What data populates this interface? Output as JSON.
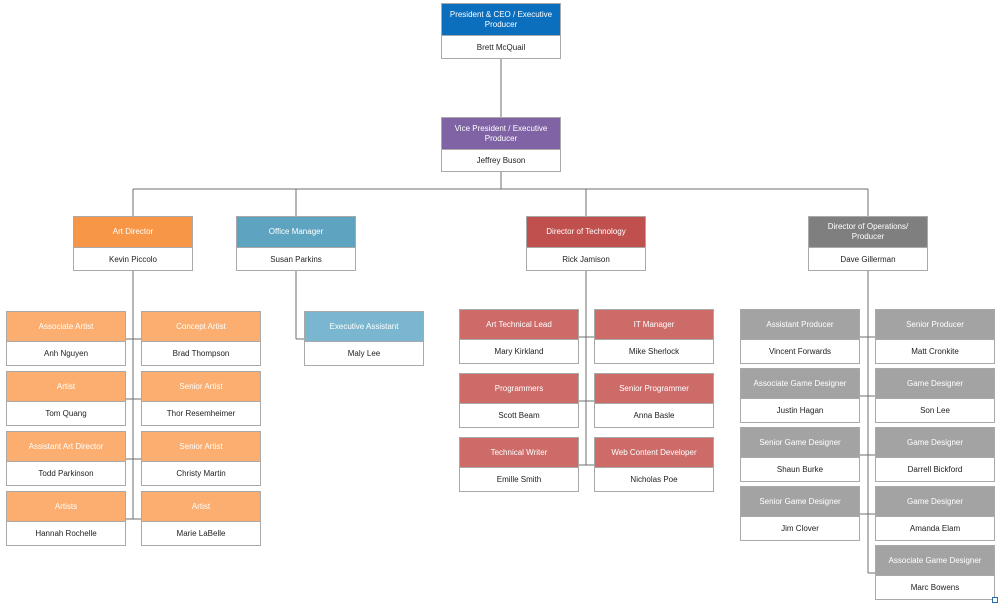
{
  "colors": {
    "ceo": "#0b6fbe",
    "vp": "#7f63a4",
    "art": "#f79646",
    "art_light": "#fbae6f",
    "office": "#5ea4c0",
    "office_light": "#7ab6cf",
    "tech": "#c0504d",
    "tech_light": "#cd6b69",
    "ops": "#7f7f7f",
    "ops_light": "#a3a3a3",
    "connector": "#6f6f6f"
  },
  "nodes": [
    {
      "id": "ceo",
      "role": "President & CEO / Executive Producer",
      "name": "Brett McQuail",
      "color": "ceo"
    },
    {
      "id": "vp",
      "role": "Vice President / Executive Producer",
      "name": "Jeffrey Buson",
      "color": "vp"
    },
    {
      "id": "art-director",
      "role": "Art Director",
      "name": "Kevin Piccolo",
      "color": "art"
    },
    {
      "id": "office-manager",
      "role": "Office Manager",
      "name": "Susan Parkins",
      "color": "office"
    },
    {
      "id": "director-technology",
      "role": "Director of Technology",
      "name": "Rick Jamison",
      "color": "tech"
    },
    {
      "id": "director-operations",
      "role": "Director of Operations/ Producer",
      "name": "Dave Gillerman",
      "color": "ops"
    },
    {
      "id": "associate-artist",
      "role": "Associate Artist",
      "name": "Anh Nguyen",
      "color": "art_light"
    },
    {
      "id": "concept-artist",
      "role": "Concept Artist",
      "name": "Brad Thompson",
      "color": "art_light"
    },
    {
      "id": "artist-1",
      "role": "Artist",
      "name": "Tom Quang",
      "color": "art_light"
    },
    {
      "id": "senior-artist-1",
      "role": "Senior Artist",
      "name": "Thor Resemheimer",
      "color": "art_light"
    },
    {
      "id": "assistant-art-director",
      "role": "Assistant Art Director",
      "name": "Todd Parkinson",
      "color": "art_light"
    },
    {
      "id": "senior-artist-2",
      "role": "Senior Artist",
      "name": "Christy Martin",
      "color": "art_light"
    },
    {
      "id": "artists",
      "role": "Artists",
      "name": "Hannah Rochelle",
      "color": "art_light"
    },
    {
      "id": "artist-2",
      "role": "Artist",
      "name": "Marie LaBelle",
      "color": "art_light"
    },
    {
      "id": "executive-assistant",
      "role": "Executive Assistant",
      "name": "Maly Lee",
      "color": "office_light"
    },
    {
      "id": "art-technical-lead",
      "role": "Art Technical Lead",
      "name": "Mary Kirkland",
      "color": "tech_light"
    },
    {
      "id": "it-manager",
      "role": "IT Manager",
      "name": "Mike Sherlock",
      "color": "tech_light"
    },
    {
      "id": "programmers",
      "role": "Programmers",
      "name": "Scott Beam",
      "color": "tech_light"
    },
    {
      "id": "senior-programmer",
      "role": "Senior Programmer",
      "name": "Anna Basle",
      "color": "tech_light"
    },
    {
      "id": "technical-writer",
      "role": "Technical Writer",
      "name": "Emille Smith",
      "color": "tech_light"
    },
    {
      "id": "web-content-developer",
      "role": "Web Content Developer",
      "name": "Nicholas Poe",
      "color": "tech_light"
    },
    {
      "id": "assistant-producer",
      "role": "Assistant Producer",
      "name": "Vincent Forwards",
      "color": "ops_light"
    },
    {
      "id": "senior-producer",
      "role": "Senior Producer",
      "name": "Matt Cronkite",
      "color": "ops_light"
    },
    {
      "id": "associate-game-designer-1",
      "role": "Associate Game Designer",
      "name": "Justin Hagan",
      "color": "ops_light"
    },
    {
      "id": "game-designer-1",
      "role": "Game Designer",
      "name": "Son Lee",
      "color": "ops_light"
    },
    {
      "id": "senior-game-designer-1",
      "role": "Senior Game Designer",
      "name": "Shaun Burke",
      "color": "ops_light"
    },
    {
      "id": "game-designer-2",
      "role": "Game Designer",
      "name": "Darrell Bickford",
      "color": "ops_light"
    },
    {
      "id": "senior-game-designer-2",
      "role": "Senior Game Designer",
      "name": "Jim Clover",
      "color": "ops_light"
    },
    {
      "id": "game-designer-3",
      "role": "Game Designer",
      "name": "Amanda Elam",
      "color": "ops_light"
    },
    {
      "id": "associate-game-designer-2",
      "role": "Associate Game Designer",
      "name": "Marc Bowens",
      "color": "ops_light"
    }
  ]
}
